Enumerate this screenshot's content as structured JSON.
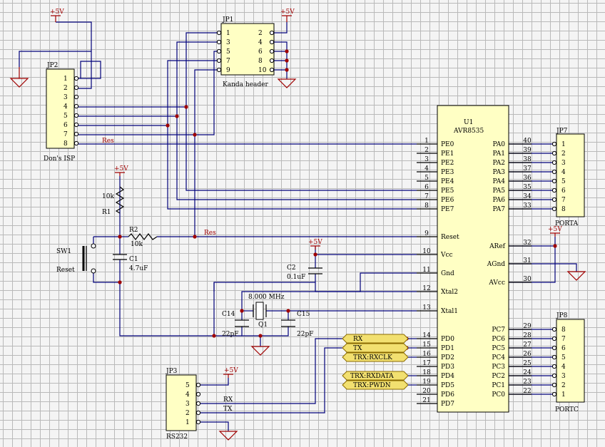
{
  "power_label": "+5V",
  "nets": {
    "res": "Res",
    "rx": "RX",
    "tx": "TX"
  },
  "jp1": {
    "ref": "JP1",
    "name": "Kanda header",
    "pins_left": [
      "1",
      "3",
      "5",
      "7",
      "9"
    ],
    "pins_right": [
      "2",
      "4",
      "6",
      "8",
      "10"
    ]
  },
  "jp2": {
    "ref": "JP2",
    "name": "Don's ISP",
    "pins": [
      "1",
      "2",
      "3",
      "4",
      "5",
      "6",
      "7",
      "8"
    ]
  },
  "jp3": {
    "ref": "JP3",
    "name": "RS232",
    "pins": [
      "5",
      "4",
      "3",
      "2",
      "1"
    ]
  },
  "jp7": {
    "ref": "JP7",
    "name": "PORTA",
    "pins": [
      "1",
      "2",
      "3",
      "4",
      "5",
      "6",
      "7",
      "8"
    ]
  },
  "jp8": {
    "ref": "JP8",
    "name": "PORTC",
    "pins": [
      "8",
      "7",
      "6",
      "5",
      "4",
      "3",
      "2",
      "1"
    ]
  },
  "u1": {
    "ref": "U1",
    "part": "AVR8535",
    "left_pins": [
      {
        "num": "1",
        "name": "PE0"
      },
      {
        "num": "2",
        "name": "PE1"
      },
      {
        "num": "3",
        "name": "PE2"
      },
      {
        "num": "4",
        "name": "PE3"
      },
      {
        "num": "5",
        "name": "PE4"
      },
      {
        "num": "6",
        "name": "PE5"
      },
      {
        "num": "7",
        "name": "PE6"
      },
      {
        "num": "8",
        "name": "PE7"
      },
      {
        "num": "9",
        "name": "Reset"
      },
      {
        "num": "10",
        "name": "Vcc"
      },
      {
        "num": "11",
        "name": "Gnd"
      },
      {
        "num": "12",
        "name": "Xtal2"
      },
      {
        "num": "13",
        "name": "Xtal1"
      },
      {
        "num": "14",
        "name": "PD0"
      },
      {
        "num": "15",
        "name": "PD1"
      },
      {
        "num": "16",
        "name": "PD2"
      },
      {
        "num": "17",
        "name": "PD3"
      },
      {
        "num": "18",
        "name": "PD4"
      },
      {
        "num": "19",
        "name": "PD5"
      },
      {
        "num": "20",
        "name": "PD6"
      },
      {
        "num": "21",
        "name": "PD7"
      }
    ],
    "porta_pins": [
      {
        "num": "40",
        "name": "PA0"
      },
      {
        "num": "39",
        "name": "PA1"
      },
      {
        "num": "38",
        "name": "PA2"
      },
      {
        "num": "37",
        "name": "PA3"
      },
      {
        "num": "36",
        "name": "PA4"
      },
      {
        "num": "35",
        "name": "PA5"
      },
      {
        "num": "34",
        "name": "PA6"
      },
      {
        "num": "33",
        "name": "PA7"
      }
    ],
    "analog_pins": [
      {
        "num": "32",
        "name": "ARef"
      },
      {
        "num": "31",
        "name": "AGnd"
      },
      {
        "num": "30",
        "name": "AVcc"
      }
    ],
    "portc_pins": [
      {
        "num": "29",
        "name": "PC7"
      },
      {
        "num": "28",
        "name": "PC6"
      },
      {
        "num": "27",
        "name": "PC5"
      },
      {
        "num": "26",
        "name": "PC4"
      },
      {
        "num": "25",
        "name": "PC3"
      },
      {
        "num": "24",
        "name": "PC2"
      },
      {
        "num": "23",
        "name": "PC1"
      },
      {
        "num": "22",
        "name": "PC0"
      }
    ]
  },
  "r1": {
    "ref": "R1",
    "value": "10k"
  },
  "r2": {
    "ref": "R2",
    "value": "10k"
  },
  "c1": {
    "ref": "C1",
    "value": "4.7uF"
  },
  "c2": {
    "ref": "C2",
    "value": "0.1uF"
  },
  "c14": {
    "ref": "C14",
    "value": "22pF"
  },
  "c15": {
    "ref": "C15",
    "value": "22pF"
  },
  "q1": {
    "ref": "Q1",
    "value": "8.000 MHz"
  },
  "sw1": {
    "ref": "SW1",
    "name": "Reset"
  },
  "port_labels": [
    "RX",
    "TX",
    "TRX:RXCLK",
    "TRX:RXDATA",
    "TRX:PWDN"
  ]
}
